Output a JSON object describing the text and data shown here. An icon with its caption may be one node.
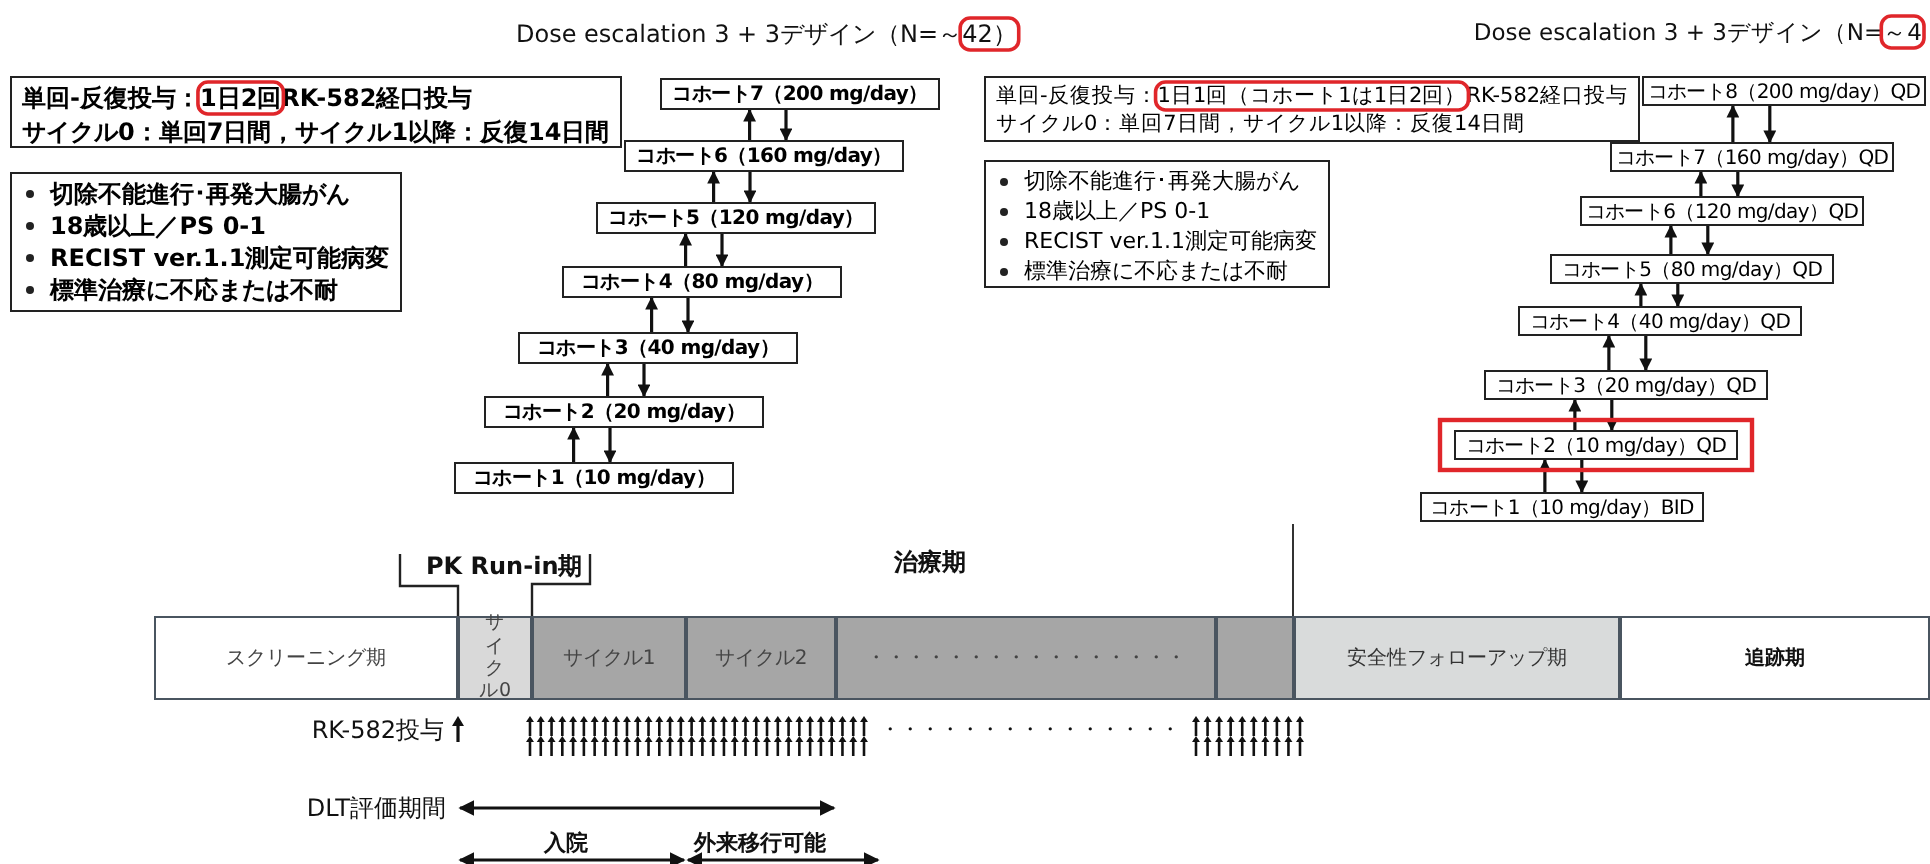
{
  "diagram": {
    "nodes": [
      {
        "text": [
          "単回-反復投与：1日2回RK-582経口投与",
          "サイクル0：単回7日間，サイクル1以降：反復14日間"
        ]
      },
      {
        "text": [
          "切除不能進行･再発大腸がん",
          "18歳以上／PS 0-1",
          "RECIST ver.1.1測定可能病変",
          "標準治療に不応または不耐"
        ]
      },
      {
        "text": [
          "コホート7（200 mg/day）"
        ]
      },
      {
        "text": [
          "コホート6（160 mg/day）"
        ]
      },
      {
        "text": [
          "コホート5（120 mg/day）"
        ]
      },
      {
        "text": [
          "コホート4（80 mg/day）"
        ]
      },
      {
        "text": [
          "コホート3（40 mg/day）"
        ]
      },
      {
        "text": [
          "コホート2（20 mg/day）"
        ]
      },
      {
        "text": [
          "コホート1（10 mg/day）"
        ]
      },
      {
        "text": [
          "単回-反復投与：1日1回（コホート1は1日2回）RK-582経口投与",
          "サイクル0：単回7日間，サイクル1以降：反復14日間"
        ]
      },
      {
        "text": [
          "切除不能進行･再発大腸がん",
          "18歳以上／PS 0-1",
          "RECIST ver.1.1測定可能病変",
          "標準治療に不応または不耐"
        ]
      },
      {
        "text": [
          "コホート8（200 mg/day）QD"
        ]
      },
      {
        "text": [
          "コホート7（160 mg/day）QD"
        ]
      },
      {
        "text": [
          "コホート6（120 mg/day）QD"
        ]
      },
      {
        "text": [
          "コホート5（80 mg/day）QD"
        ]
      },
      {
        "text": [
          "コホート4（40 mg/day）QD"
        ]
      },
      {
        "text": [
          "コホート3（20 mg/day）QD"
        ]
      },
      {
        "text": [
          "コホート2（10 mg/day）QD"
        ]
      },
      {
        "text": [
          "コホート1（10 mg/day）BID"
        ]
      },
      {
        "text": [
          "スクリーニング期"
        ]
      },
      {
        "text": [
          "サイクル0"
        ]
      },
      {
        "text": [
          "サイクル1"
        ]
      },
      {
        "text": [
          "サイクル2"
        ]
      },
      {
        "text": [
          "・・・・・・・・・・・・・・・・"
        ]
      },
      {
        "text": [],
        "shape": "box"
      },
      {
        "text": [
          "安全性フォローアップ期"
        ]
      },
      {
        "text": [
          "追跡期"
        ]
      }
    ],
    "edges": [
      {
        "from": 3,
        "to": 2,
        "arrow": "to"
      },
      {
        "from": 2,
        "to": 3,
        "arrow": "to"
      },
      {
        "from": 4,
        "to": 3,
        "arrow": "to"
      },
      {
        "from": 3,
        "to": 4,
        "arrow": "to"
      },
      {
        "from": 5,
        "to": 4,
        "arrow": "to"
      },
      {
        "from": 4,
        "to": 5,
        "arrow": "to"
      },
      {
        "from": 6,
        "to": 5,
        "arrow": "to"
      },
      {
        "from": 5,
        "to": 6,
        "arrow": "to"
      },
      {
        "from": 7,
        "to": 6,
        "arrow": "to"
      },
      {
        "from": 6,
        "to": 7,
        "arrow": "to"
      },
      {
        "from": 8,
        "to": 7,
        "arrow": "to"
      },
      {
        "from": 7,
        "to": 8,
        "arrow": "to"
      },
      {
        "from": 12,
        "to": 11,
        "arrow": "to"
      },
      {
        "from": 11,
        "to": 12,
        "arrow": "to"
      },
      {
        "from": 13,
        "to": 12,
        "arrow": "to"
      },
      {
        "from": 12,
        "to": 13,
        "arrow": "to"
      },
      {
        "from": 14,
        "to": 13,
        "arrow": "to"
      },
      {
        "from": 13,
        "to": 14,
        "arrow": "to"
      },
      {
        "from": 15,
        "to": 14,
        "arrow": "to"
      },
      {
        "from": 14,
        "to": 15,
        "arrow": "to"
      },
      {
        "from": 16,
        "to": 15,
        "arrow": "to"
      },
      {
        "from": 15,
        "to": 16,
        "arrow": "to"
      },
      {
        "from": 17,
        "to": 16,
        "arrow": "to"
      },
      {
        "from": 16,
        "to": 17,
        "arrow": "to"
      },
      {
        "from": 18,
        "to": 17,
        "arrow": "to"
      },
      {
        "from": 17,
        "to": 18,
        "arrow": "to"
      }
    ],
    "labels": [
      "Dose escalation 3 + 3デザイン（N=～42）",
      "Dose escalation 3 + 3デザイン（N=～4",
      "PK Run-in期",
      "治療期",
      "RK-582投与",
      "・・・・・・・・・・・・・・・",
      "DLT評価期間",
      "入院",
      "外来移行可能"
    ]
  }
}
